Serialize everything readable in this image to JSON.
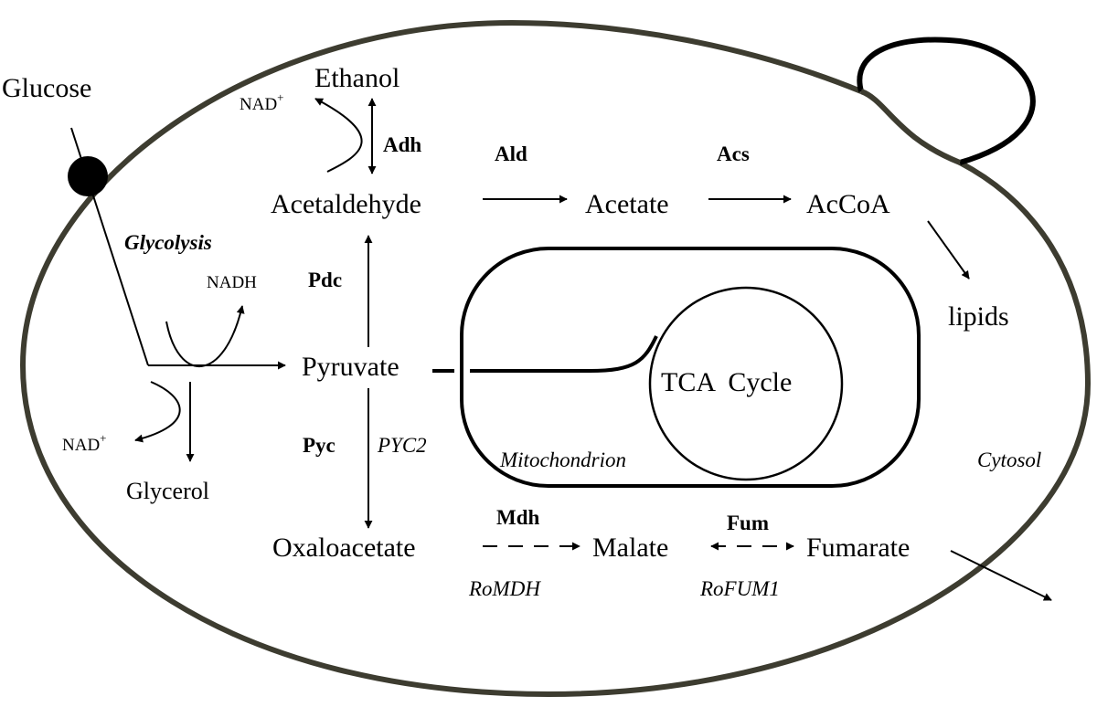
{
  "metabolites": {
    "glucose": "Glucose",
    "ethanol": "Ethanol",
    "acetaldehyde": "Acetaldehyde",
    "acetate": "Acetate",
    "accoa": "AcCoA",
    "lipids": "lipids",
    "pyruvate": "Pyruvate",
    "oxaloacetate": "Oxaloacetate",
    "malate": "Malate",
    "fumarate": "Fumarate",
    "glycerol": "Glycerol",
    "tca": "TCA  Cycle"
  },
  "cofactors": {
    "nad_top_base": "NAD",
    "nad_top_sup": "+",
    "nadh": "NADH",
    "nad_bottom_base": "NAD",
    "nad_bottom_sup": "+"
  },
  "enzymes": {
    "adh": "Adh",
    "ald": "Ald",
    "acs": "Acs",
    "pdc": "Pdc",
    "pyc": "Pyc",
    "mdh": "Mdh",
    "fum": "Fum"
  },
  "genes": {
    "pyc2": "PYC2",
    "romdh": "RoMDH",
    "rofum1": "RoFUM1"
  },
  "pathways": {
    "glycolysis": "Glycolysis"
  },
  "compartments": {
    "mitochondrion": "Mitochondrion",
    "cytosol": "Cytosol"
  },
  "colors": {
    "cell_wall": "#3d3c30",
    "stroke": "#000000"
  }
}
